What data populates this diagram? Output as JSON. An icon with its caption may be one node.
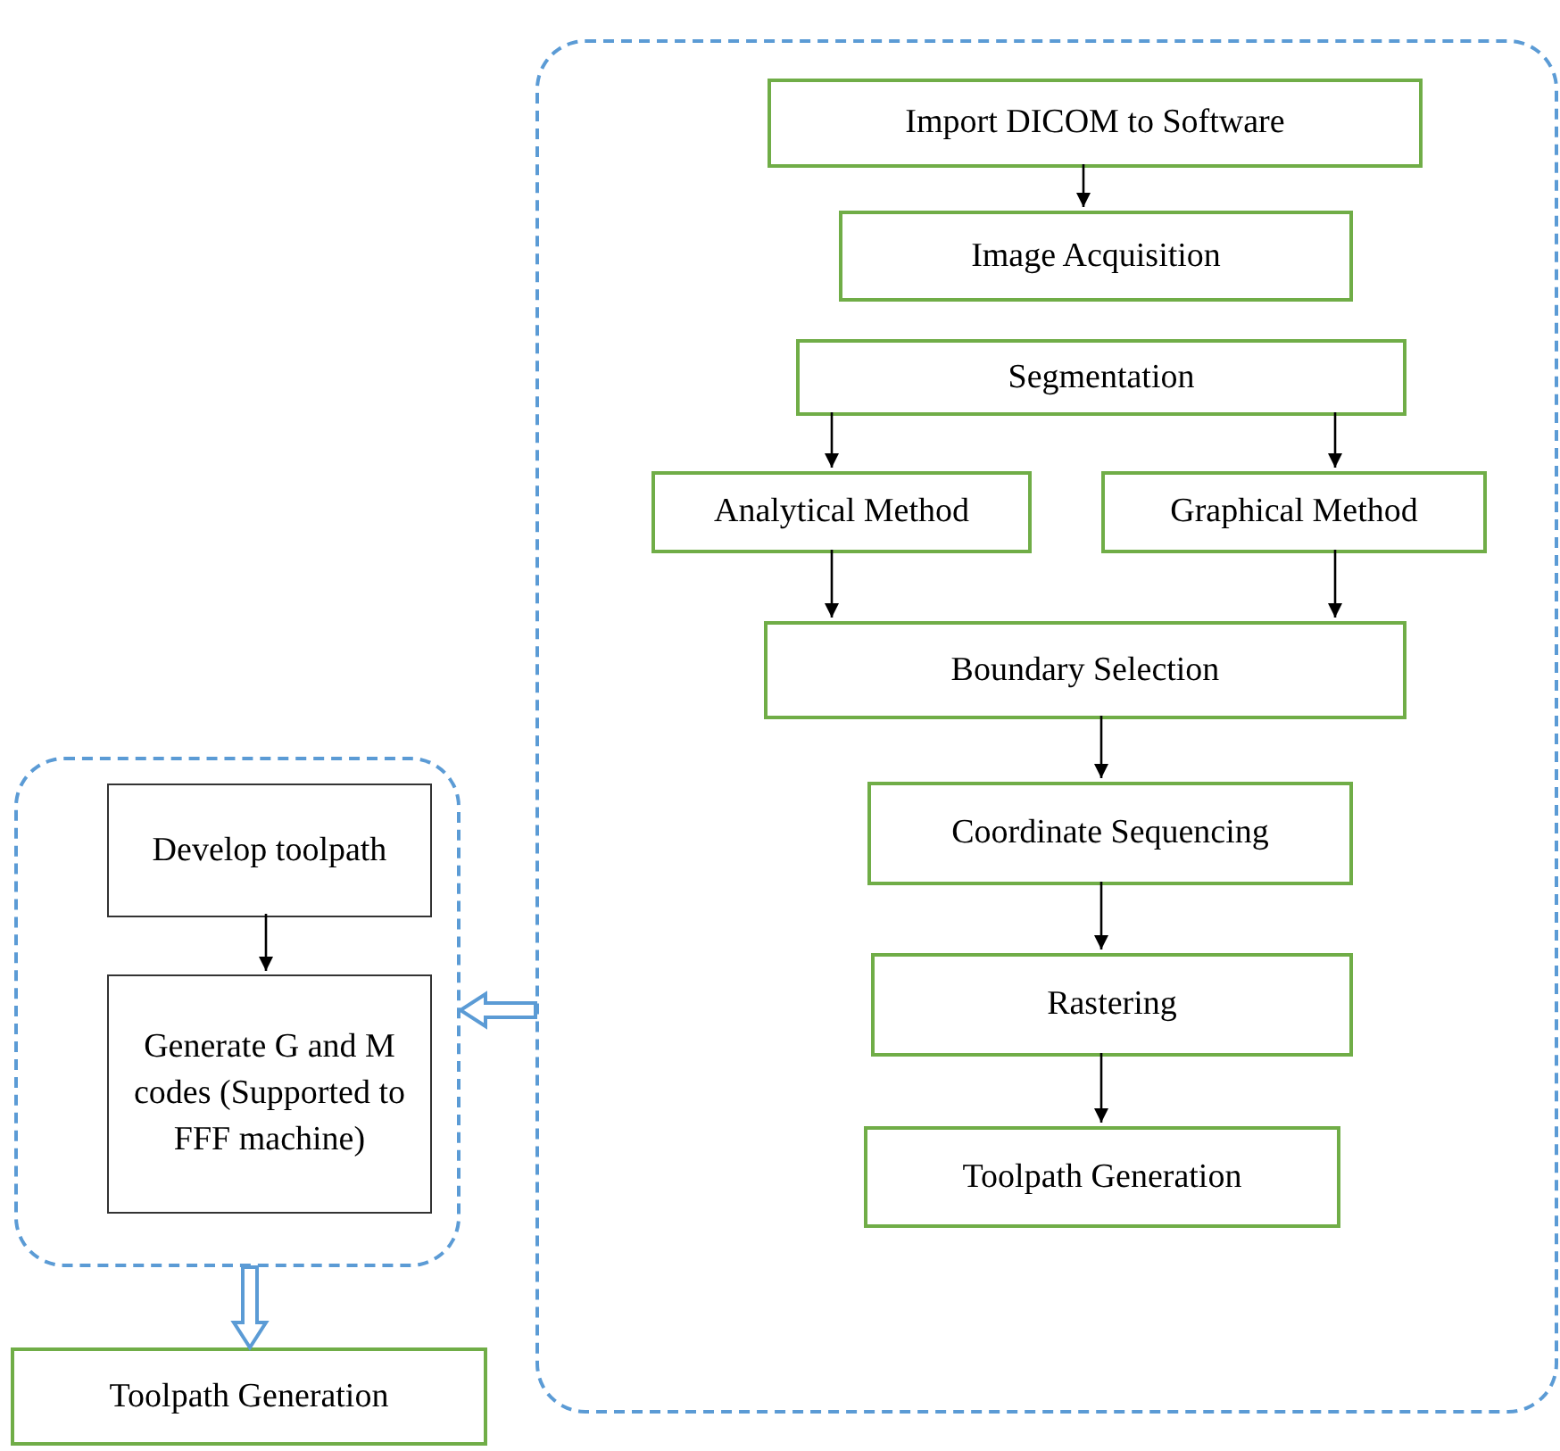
{
  "diagram": {
    "nodes": [
      {
        "text": [],
        "shape": "box"
      },
      {
        "text": [
          "Import DICOM to Software"
        ],
        "in": 0
      },
      {
        "text": [
          "Image Acquisition"
        ],
        "in": 0
      },
      {
        "text": [
          "Segmentation"
        ],
        "in": 0
      },
      {
        "text": [
          "Analytical Method"
        ],
        "in": 0
      },
      {
        "text": [
          "Graphical Method"
        ],
        "in": 0
      },
      {
        "text": [
          "Boundary Selection"
        ],
        "in": 0
      },
      {
        "text": [
          "Coordinate Sequencing"
        ],
        "in": 0
      },
      {
        "text": [
          "Rastering"
        ],
        "in": 0
      },
      {
        "text": [
          "Toolpath Generation"
        ],
        "in": 0
      },
      {
        "text": [],
        "shape": "box"
      },
      {
        "text": [
          "Develop toolpath"
        ],
        "in": 10
      },
      {
        "text": [
          "Generate G and M codes (Supported to FFF machine)"
        ],
        "in": 10
      },
      {
        "text": [
          "Toolpath Generation"
        ]
      }
    ],
    "edges": [
      {
        "from": 1,
        "to": 2,
        "arrow": "to"
      },
      {
        "from": 3,
        "to": 4,
        "arrow": "to"
      },
      {
        "from": 3,
        "to": 5,
        "arrow": "to"
      },
      {
        "from": 4,
        "to": 6,
        "arrow": "to"
      },
      {
        "from": 5,
        "to": 6,
        "arrow": "to"
      },
      {
        "from": 6,
        "to": 7,
        "arrow": "to"
      },
      {
        "from": 7,
        "to": 8,
        "arrow": "to"
      },
      {
        "from": 8,
        "to": 9,
        "arrow": "to"
      },
      {
        "from": 11,
        "to": 12,
        "arrow": "to"
      },
      {
        "from": 0,
        "to": 10,
        "arrow": "to",
        "style": "thick",
        "color": "#5b9bd5"
      },
      {
        "from": 10,
        "to": 13,
        "arrow": "to",
        "style": "thick",
        "color": "#5b9bd5"
      }
    ]
  }
}
